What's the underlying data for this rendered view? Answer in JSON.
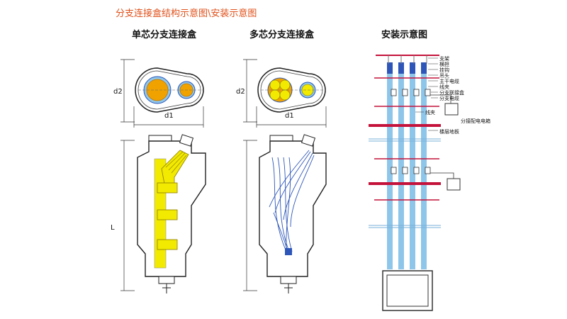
{
  "title": "分支连接盒结构示意图\\安装示意图",
  "sections": {
    "single_core": "单芯分支连接盒",
    "multi_core": "多芯分支连接盒",
    "install": "安装示意图"
  },
  "dims": {
    "d1": "d1",
    "d2": "d2",
    "L": "L"
  },
  "install_labels": {
    "bracket": "支架",
    "cross_arm": "横担",
    "hook": "挂钩",
    "hanger": "吊头",
    "main_cable": "主干电缆",
    "wire_clamp": "线夹",
    "branch_box": "分支联接盒",
    "branch_cable": "分支电缆",
    "wire_clamp2": "线夹",
    "branch_distribution_box": "分接配电电箱",
    "floor_slab": "楼层地板"
  },
  "colors": {
    "title": "#e0501a",
    "yellow": "#f2ea00",
    "cable_blue": "#8ec6ea",
    "cable_dark": "#2d56b8",
    "red": "#c4123a",
    "orange": "#f0a300"
  }
}
